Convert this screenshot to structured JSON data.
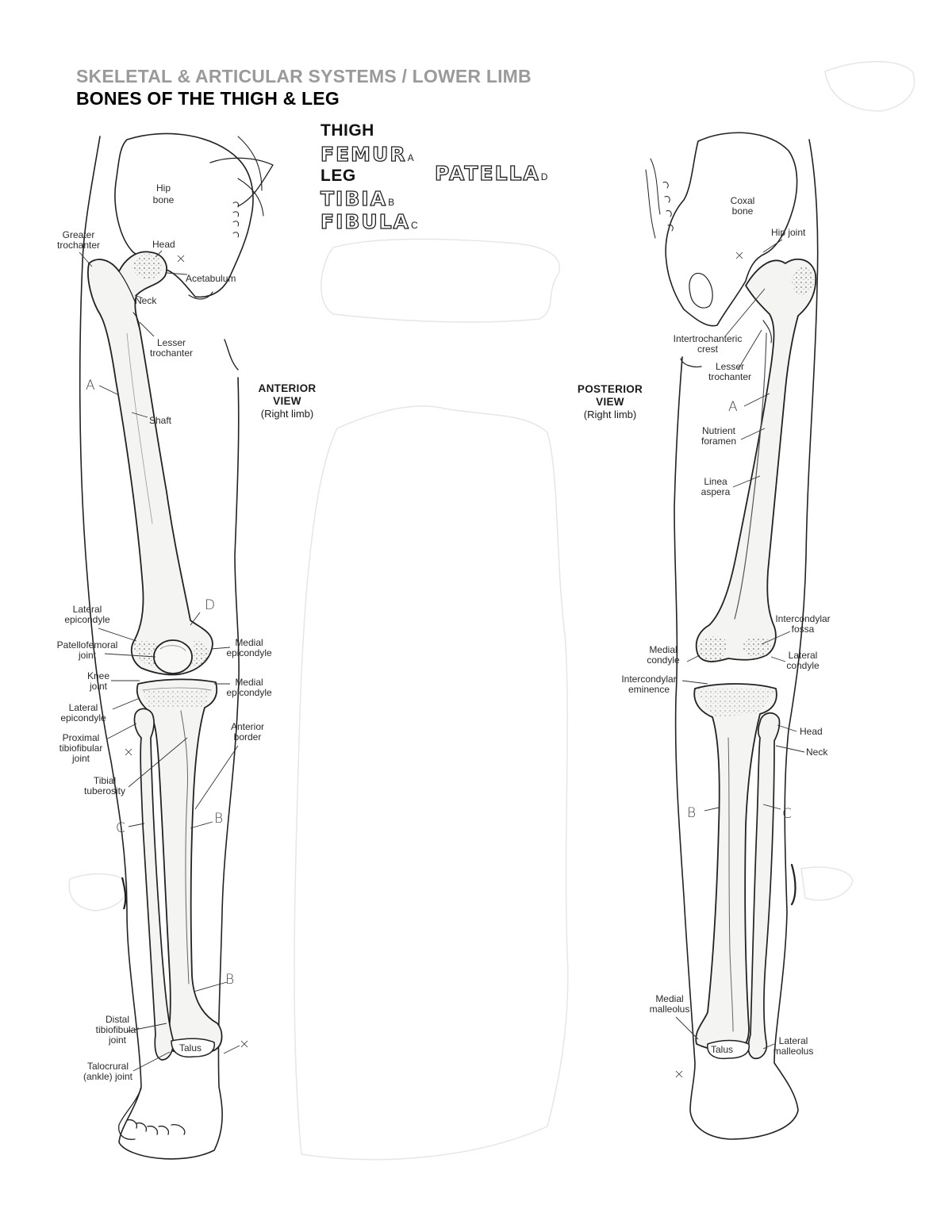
{
  "header": {
    "section": "SKELETAL & ARTICULAR SYSTEMS / LOWER LIMB",
    "title": "BONES OF THE THIGH & LEG"
  },
  "key": {
    "thigh_heading": "THIGH",
    "femur": "FEMUR",
    "femur_letter": "A",
    "leg_heading": "LEG",
    "tibia": "TIBIA",
    "tibia_letter": "B",
    "fibula": "FIBULA",
    "fibula_letter": "C",
    "patella": "PATELLA",
    "patella_letter": "D"
  },
  "views": {
    "anterior": {
      "title_line1": "ANTERIOR",
      "title_line2": "VIEW",
      "subtitle": "(Right limb)"
    },
    "posterior": {
      "title_line1": "POSTERIOR",
      "title_line2": "VIEW",
      "subtitle": "(Right limb)"
    }
  },
  "anterior_labels": {
    "hip_bone": [
      "Hip",
      "bone"
    ],
    "greater_trochanter": [
      "Greater",
      "trochanter"
    ],
    "head": [
      "Head"
    ],
    "acetabulum": [
      "Acetabulum"
    ],
    "neck": [
      "Neck"
    ],
    "lesser_trochanter": [
      "Lesser",
      "trochanter"
    ],
    "shaft": [
      "Shaft"
    ],
    "lateral_epicondyle": [
      "Lateral",
      "epicondyle"
    ],
    "patellofemoral_joint": [
      "Patellofemoral",
      "joint"
    ],
    "medial_epicondyle_femur": [
      "Medial",
      "epicondyle"
    ],
    "knee_joint": [
      "Knee",
      "joint"
    ],
    "medial_epicondyle_tibia": [
      "Medial",
      "epicondyle"
    ],
    "lateral_epicondyle_tibia": [
      "Lateral",
      "epicondyle"
    ],
    "anterior_border": [
      "Anterior",
      "border"
    ],
    "proximal_tibiofibular_joint": [
      "Proximal",
      "tibiofibular",
      "joint"
    ],
    "tibial_tuberosity": [
      "Tibial",
      "tuberosity"
    ],
    "distal_tibiofibular_joint": [
      "Distal",
      "tibiofibular",
      "joint"
    ],
    "talus": [
      "Talus"
    ],
    "talocrural_joint": [
      "Talocrural",
      "(ankle) joint"
    ]
  },
  "posterior_labels": {
    "coxal_bone": [
      "Coxal",
      "bone"
    ],
    "hip_joint": [
      "Hip joint"
    ],
    "intertrochanteric_crest": [
      "Intertrochanteric",
      "crest"
    ],
    "lesser_trochanter": [
      "Lesser",
      "trochanter"
    ],
    "nutrient_foramen": [
      "Nutrient",
      "foramen"
    ],
    "linea_aspera": [
      "Linea",
      "aspera"
    ],
    "intercondylar_fossa": [
      "Intercondylar",
      "fossa"
    ],
    "medial_condyle": [
      "Medial",
      "condyle"
    ],
    "lateral_condyle": [
      "Lateral",
      "condyle"
    ],
    "intercondylar_eminence": [
      "Intercondylar",
      "eminence"
    ],
    "head": [
      "Head"
    ],
    "neck": [
      "Neck"
    ],
    "medial_malleolus": [
      "Medial",
      "malleolus"
    ],
    "talus": [
      "Talus"
    ],
    "lateral_malleolus": [
      "Lateral",
      "malleolus"
    ]
  },
  "bone_letters": {
    "femur": "A",
    "tibia": "B",
    "fibula": "C",
    "patella": "D"
  },
  "colors": {
    "ink": "#222222",
    "section_gray": "#9a9a9a",
    "bone_fill": "#f4f4f2"
  }
}
